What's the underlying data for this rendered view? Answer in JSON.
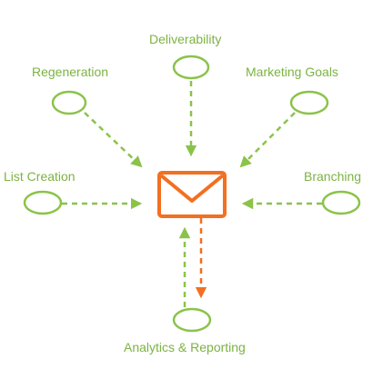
{
  "colors": {
    "green": "#8bc34a",
    "orange": "#f36f21",
    "label_green": "#7cb342",
    "background": "#ffffff"
  },
  "center": {
    "icon": "envelope-icon"
  },
  "nodes": [
    {
      "id": "deliverability",
      "label": "Deliverability"
    },
    {
      "id": "regeneration",
      "label": "Regeneration"
    },
    {
      "id": "marketing-goals",
      "label": "Marketing Goals"
    },
    {
      "id": "list-creation",
      "label": "List Creation"
    },
    {
      "id": "branching",
      "label": "Branching"
    },
    {
      "id": "analytics-reporting",
      "label": "Analytics & Reporting"
    }
  ]
}
